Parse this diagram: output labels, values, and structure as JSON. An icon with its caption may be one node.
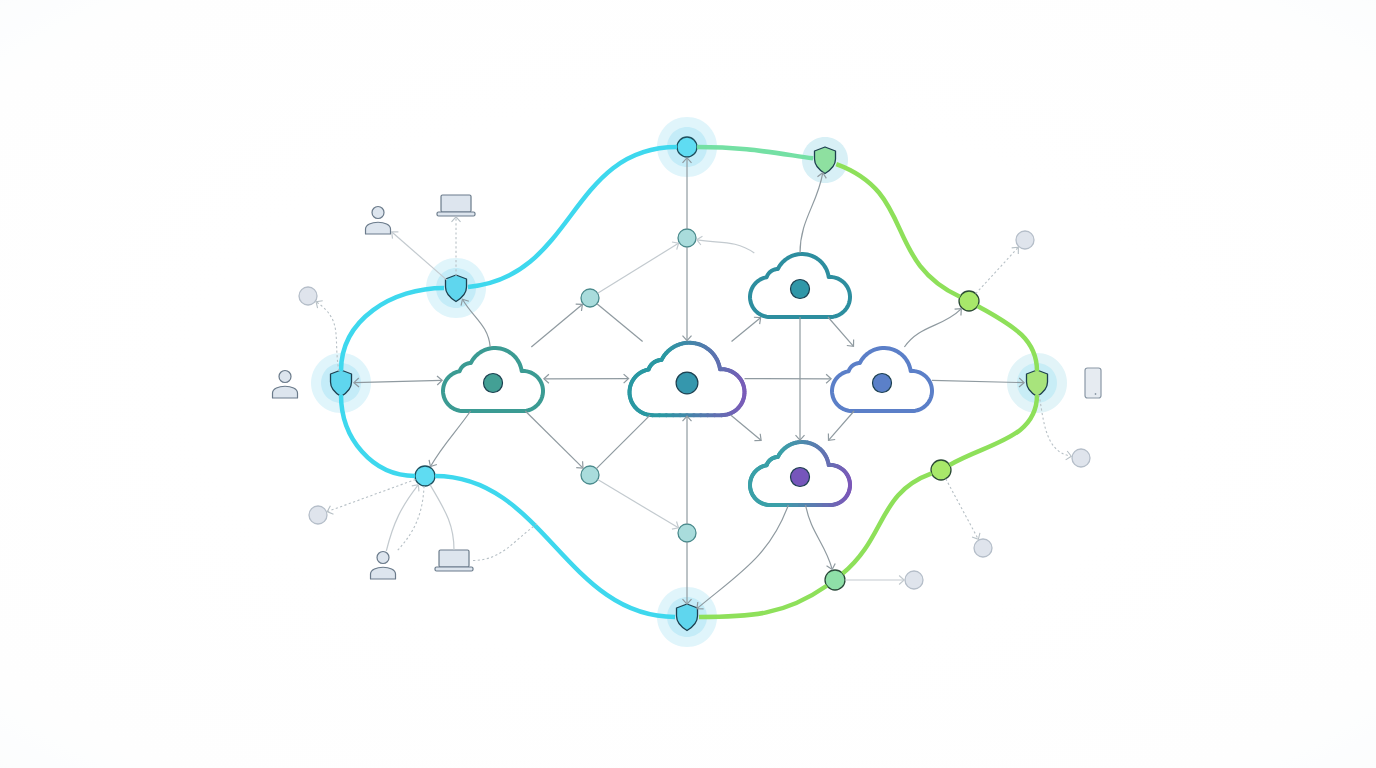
{
  "diagram": {
    "nodes": [
      {
        "text": [],
        "shape": "circle"
      },
      {
        "text": [],
        "shape": "shield"
      },
      {
        "text": [],
        "shape": "laptop"
      },
      {
        "text": [],
        "shape": "person"
      },
      {
        "text": [],
        "shape": "circle"
      },
      {
        "text": [],
        "shape": "circle"
      },
      {
        "text": [],
        "shape": "cloud"
      },
      {
        "text": [],
        "shape": "shield"
      },
      {
        "text": [],
        "shape": "circle"
      },
      {
        "text": [],
        "shape": "circle"
      },
      {
        "text": [],
        "shape": "circle"
      },
      {
        "text": [],
        "shape": "person"
      },
      {
        "text": [],
        "shape": "shield"
      },
      {
        "text": [],
        "shape": "cloud"
      },
      {
        "text": [],
        "shape": "cloud"
      },
      {
        "text": [],
        "shape": "cloud"
      },
      {
        "text": [],
        "shape": "shield"
      },
      {
        "text": [],
        "shape": "phone"
      },
      {
        "text": [],
        "shape": "circle"
      },
      {
        "text": [],
        "shape": "circle"
      },
      {
        "text": [],
        "shape": "circle"
      },
      {
        "text": [],
        "shape": "circle"
      },
      {
        "text": [],
        "shape": "cloud"
      },
      {
        "text": [],
        "shape": "circle"
      },
      {
        "text": [],
        "shape": "circle"
      },
      {
        "text": [],
        "shape": "circle"
      },
      {
        "text": [],
        "shape": "laptop"
      },
      {
        "text": [],
        "shape": "person"
      },
      {
        "text": [],
        "shape": "circle"
      },
      {
        "text": [],
        "shape": "circle"
      },
      {
        "text": [],
        "shape": "shield"
      }
    ],
    "edges": [
      {
        "from": 12,
        "to": 7,
        "arrow": "none",
        "style": "thick",
        "color": "#3ed8ee"
      },
      {
        "from": 7,
        "to": 0,
        "arrow": "none",
        "style": "thick",
        "color": "#3ed8ee"
      },
      {
        "from": 0,
        "to": 1,
        "arrow": "none",
        "style": "thick",
        "color": "#74e0a4"
      },
      {
        "from": 1,
        "to": 10,
        "arrow": "none",
        "style": "thick",
        "color": "#8ee05a"
      },
      {
        "from": 10,
        "to": 16,
        "arrow": "none",
        "style": "thick",
        "color": "#8ee05a"
      },
      {
        "from": 16,
        "to": 19,
        "arrow": "none",
        "style": "thick",
        "color": "#8ee05a"
      },
      {
        "from": 19,
        "to": 28,
        "arrow": "none",
        "style": "thick",
        "color": "#8ee05a"
      },
      {
        "from": 28,
        "to": 30,
        "arrow": "none",
        "style": "thick",
        "color": "#8ee05a"
      },
      {
        "from": 30,
        "to": 21,
        "arrow": "none",
        "style": "thick",
        "color": "#3ed8ee"
      },
      {
        "from": 21,
        "to": 12,
        "arrow": "none",
        "style": "thick",
        "color": "#3ed8ee"
      },
      {
        "from": 7,
        "to": 3,
        "arrow": "to",
        "color": "#c3cacf"
      },
      {
        "from": 7,
        "to": 2,
        "arrow": "to",
        "style": "dashed",
        "color": "#b7c0c6"
      },
      {
        "from": 12,
        "to": 8,
        "arrow": "to",
        "style": "dashed",
        "color": "#b7c0c6"
      },
      {
        "from": 12,
        "to": 13,
        "arrow": "both"
      },
      {
        "from": 13,
        "to": 7,
        "arrow": "to"
      },
      {
        "from": 13,
        "to": 9,
        "arrow": "to"
      },
      {
        "from": 13,
        "to": 14,
        "arrow": "both"
      },
      {
        "from": 13,
        "to": 21,
        "arrow": "to"
      },
      {
        "from": 13,
        "to": 20,
        "arrow": "to"
      },
      {
        "from": 9,
        "to": 4,
        "arrow": "to",
        "color": "#c3cacf"
      },
      {
        "from": 9,
        "to": 14,
        "arrow": "none"
      },
      {
        "from": 4,
        "to": 0,
        "arrow": "to"
      },
      {
        "from": 4,
        "to": 14,
        "arrow": "to"
      },
      {
        "from": 6,
        "to": 4,
        "arrow": "to",
        "color": "#c3cacf"
      },
      {
        "from": 6,
        "to": 1,
        "arrow": "to"
      },
      {
        "from": 6,
        "to": 22,
        "arrow": "to"
      },
      {
        "from": 6,
        "to": 15,
        "arrow": "to"
      },
      {
        "from": 14,
        "to": 6,
        "arrow": "to"
      },
      {
        "from": 20,
        "to": 14,
        "arrow": "none"
      },
      {
        "from": 14,
        "to": 15,
        "arrow": "to"
      },
      {
        "from": 14,
        "to": 22,
        "arrow": "to"
      },
      {
        "from": 15,
        "to": 10,
        "arrow": "to"
      },
      {
        "from": 15,
        "to": 16,
        "arrow": "to"
      },
      {
        "from": 15,
        "to": 22,
        "arrow": "to"
      },
      {
        "from": 10,
        "to": 5,
        "arrow": "to",
        "style": "dashed",
        "color": "#b7c0c6"
      },
      {
        "from": 16,
        "to": 18,
        "arrow": "to",
        "style": "dashed",
        "color": "#b7c0c6"
      },
      {
        "from": 19,
        "to": 25,
        "arrow": "to",
        "style": "dashed",
        "color": "#b7c0c6"
      },
      {
        "from": 24,
        "to": 14,
        "arrow": "to"
      },
      {
        "from": 20,
        "to": 24,
        "arrow": "to",
        "color": "#c3cacf"
      },
      {
        "from": 24,
        "to": 30,
        "arrow": "to"
      },
      {
        "from": 22,
        "to": 30,
        "arrow": "to"
      },
      {
        "from": 22,
        "to": 28,
        "arrow": "to"
      },
      {
        "from": 28,
        "to": 29,
        "arrow": "to",
        "color": "#c3cacf"
      },
      {
        "from": 21,
        "to": 23,
        "arrow": "to",
        "style": "dashed",
        "color": "#b7c0c6"
      },
      {
        "from": 27,
        "to": 21,
        "arrow": "to",
        "color": "#c3cacf"
      },
      {
        "from": 21,
        "to": 27,
        "arrow": "none",
        "style": "dashed",
        "color": "#b7c0c6"
      },
      {
        "from": 26,
        "to": 21,
        "arrow": "none",
        "color": "#c3cacf"
      },
      {
        "from": 26,
        "to": null,
        "arrow": "none",
        "style": "dashed",
        "color": "#b7c0c6"
      }
    ]
  }
}
